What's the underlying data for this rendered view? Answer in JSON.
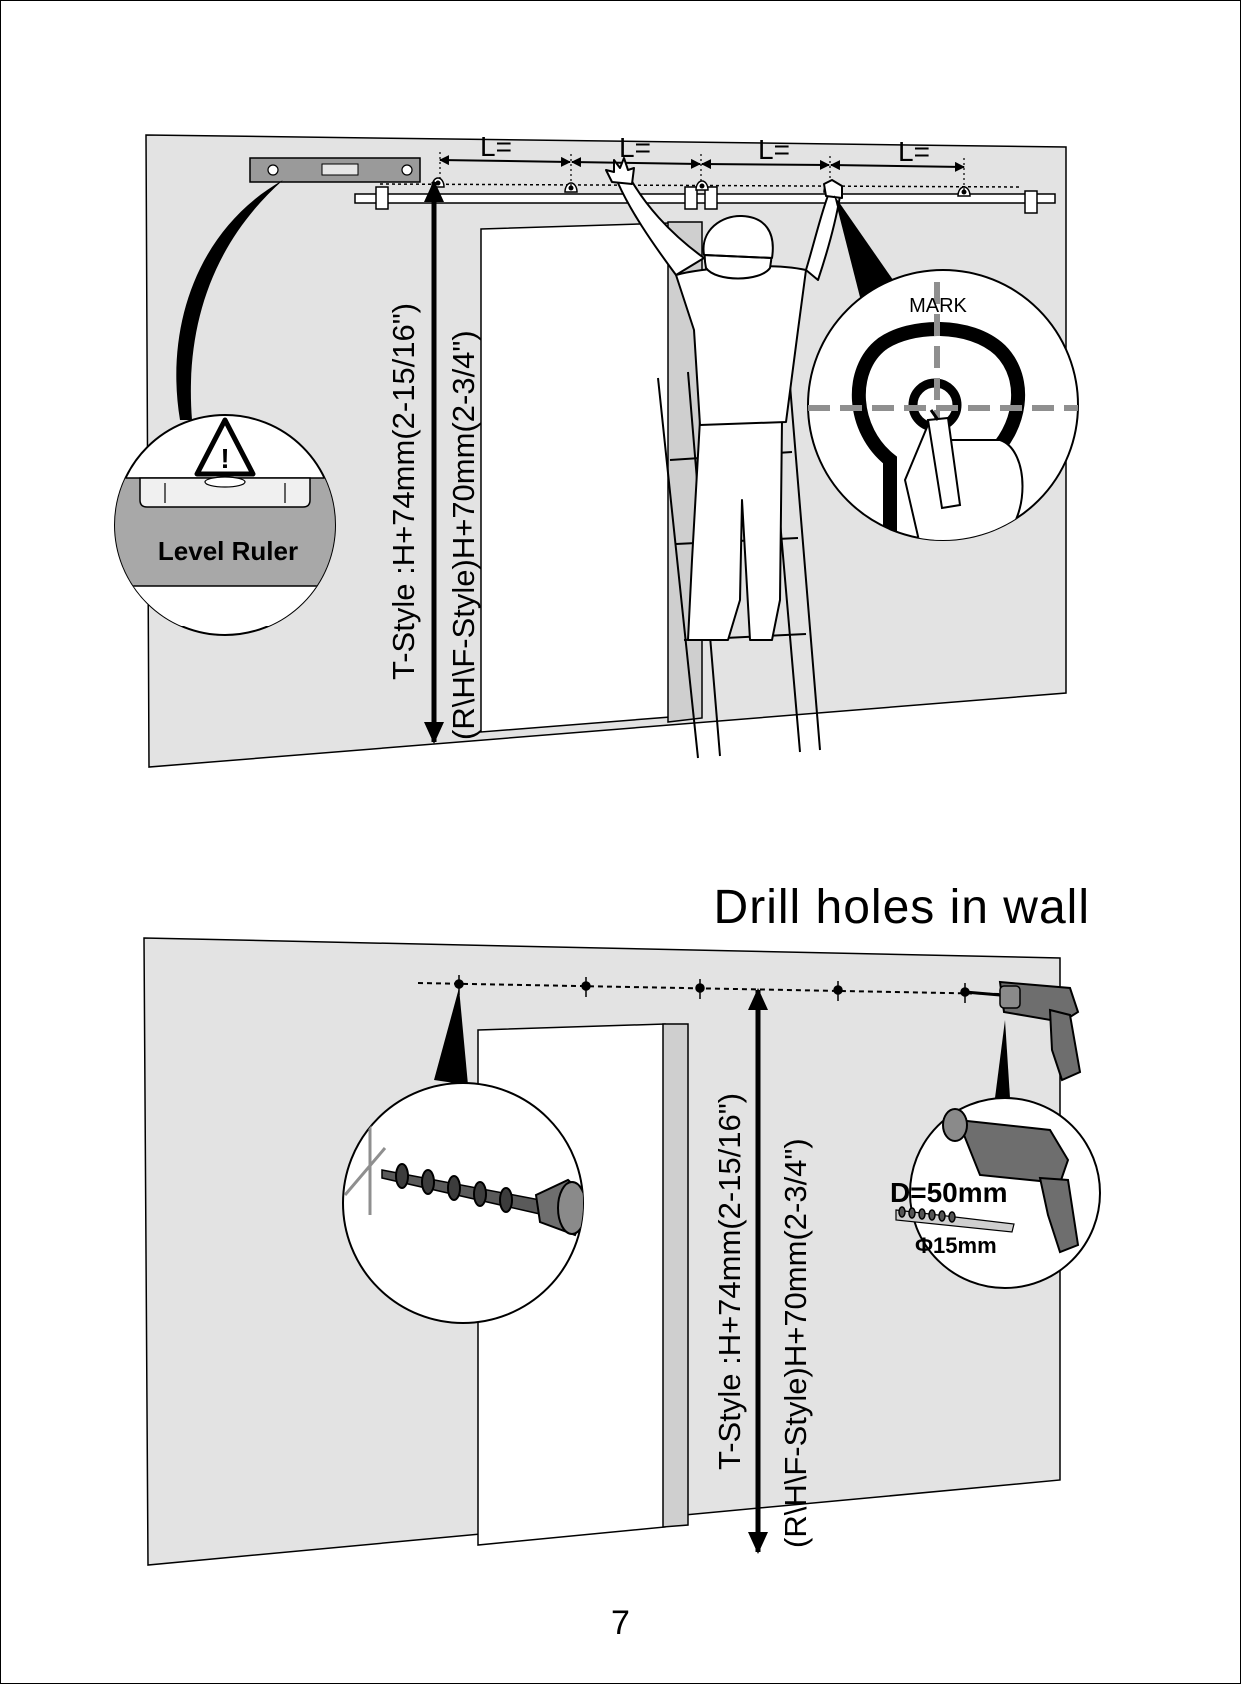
{
  "top_diagram": {
    "spacing_labels": [
      "L=",
      "L=",
      "L=",
      "L="
    ],
    "level_callout_label": "Level Ruler",
    "mark_callout_label": "MARK",
    "height_label_t_style": "T-Style :H+74mm(2-15/16\")",
    "height_label_rhf_style": "(R\\H\\F-Style)H+70mm(2-3/4\")"
  },
  "bottom_diagram": {
    "title": "Drill holes in wall",
    "depth_label": "D=50mm",
    "diameter_label": "Φ15mm",
    "height_label_t_style": "T-Style :H+74mm(2-15/16\")",
    "height_label_rhf_style": "(R\\H\\F-Style)H+70mm(2-3/4\")"
  },
  "page_number": "7",
  "colors": {
    "wall": "#e3e3e3",
    "line": "#000000",
    "mark_dash": "#8f8f8f",
    "callout_gray": "#a8a8a8",
    "drill_body": "#6e6e6e"
  }
}
